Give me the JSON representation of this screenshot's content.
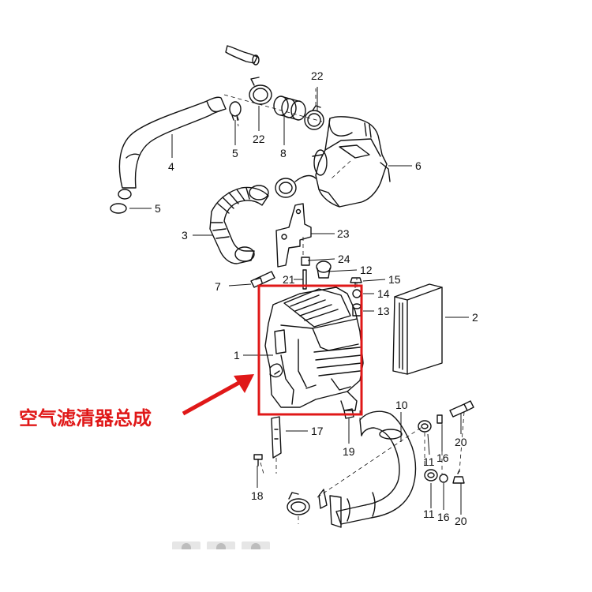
{
  "diagram": {
    "callout_text": "空气滤清器总成",
    "part_numbers": {
      "p1": "1",
      "p2": "2",
      "p3": "3",
      "p4": "4",
      "p5a": "5",
      "p5b": "5",
      "p6": "6",
      "p7": "7",
      "p8": "8",
      "p10": "10",
      "p11a": "11",
      "p11b": "11",
      "p12": "12",
      "p13": "13",
      "p14": "14",
      "p15": "15",
      "p16a": "16",
      "p16b": "16",
      "p17": "17",
      "p18": "18",
      "p19": "19",
      "p20a": "20",
      "p20b": "20",
      "p21": "21",
      "p22a": "22",
      "p22b": "22",
      "p23": "23",
      "p24": "24"
    },
    "colors": {
      "highlight": "#e01818",
      "line": "#111111"
    },
    "thumbnail_count": 3
  }
}
